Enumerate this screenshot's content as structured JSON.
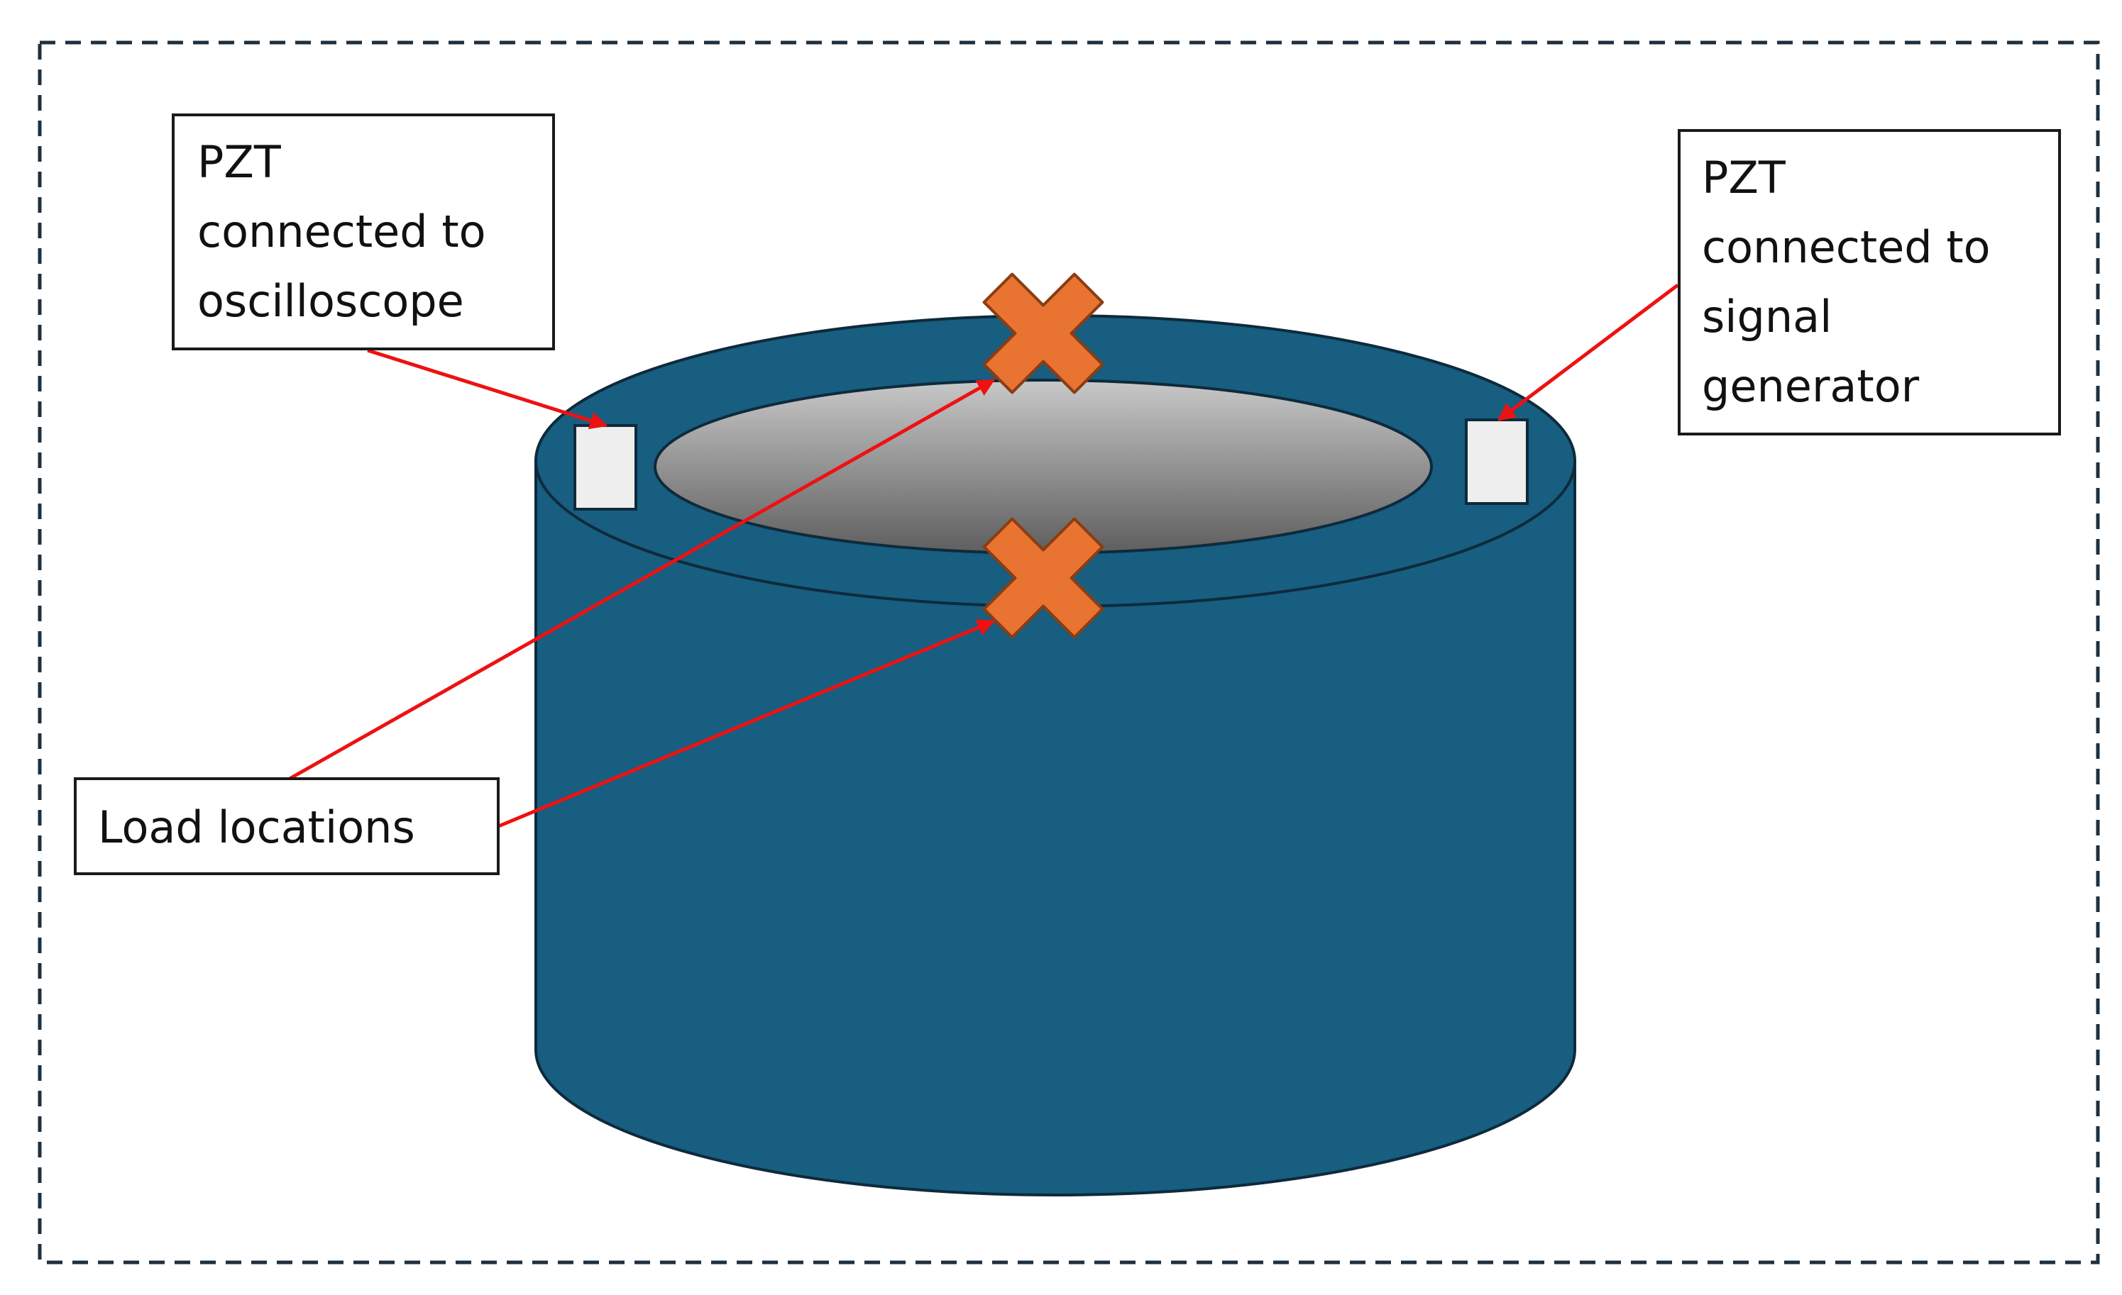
{
  "labels": {
    "oscilloscope_pzt": {
      "lines": [
        "PZT",
        "connected to",
        "oscilloscope"
      ]
    },
    "generator_pzt": {
      "lines": [
        "PZT",
        "connected to",
        "signal",
        "generator"
      ]
    },
    "load_locations": {
      "text": "Load locations"
    }
  },
  "colors": {
    "cylinder": "#175e80",
    "cylinder_stroke": "#0e2a3c",
    "inner_top_light": "#c8c8c8",
    "inner_top_dark": "#5e5e5e",
    "load_marker": "#e97331",
    "load_marker_stroke": "#8a3d14",
    "sensor": "#eeeeee",
    "arrow": "#ee1111",
    "frame": "#1f2f3d"
  },
  "icons": {
    "load_marker": "x-mark-icon",
    "sensor": "pzt-sensor-icon"
  }
}
